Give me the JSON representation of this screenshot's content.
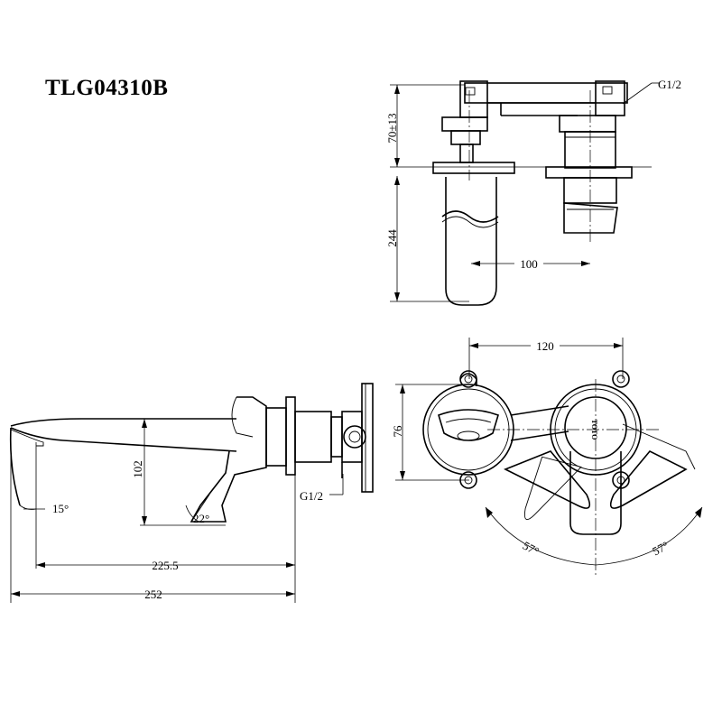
{
  "title": "TLG04310B",
  "logo_text": "TOTO",
  "dimensions": {
    "top_height": "70±13",
    "top_g_half": "G1/2",
    "top_spout": "244",
    "top_spacing": "100",
    "side_spout_height": "102",
    "side_angle_tip": "15°",
    "side_angle_lever": "22°",
    "side_g_half": "G1/2",
    "side_projection": "225.5",
    "side_total": "252",
    "front_spacing": "120",
    "front_height": "76",
    "front_angle_left": "57°",
    "front_angle_right": "57°"
  }
}
